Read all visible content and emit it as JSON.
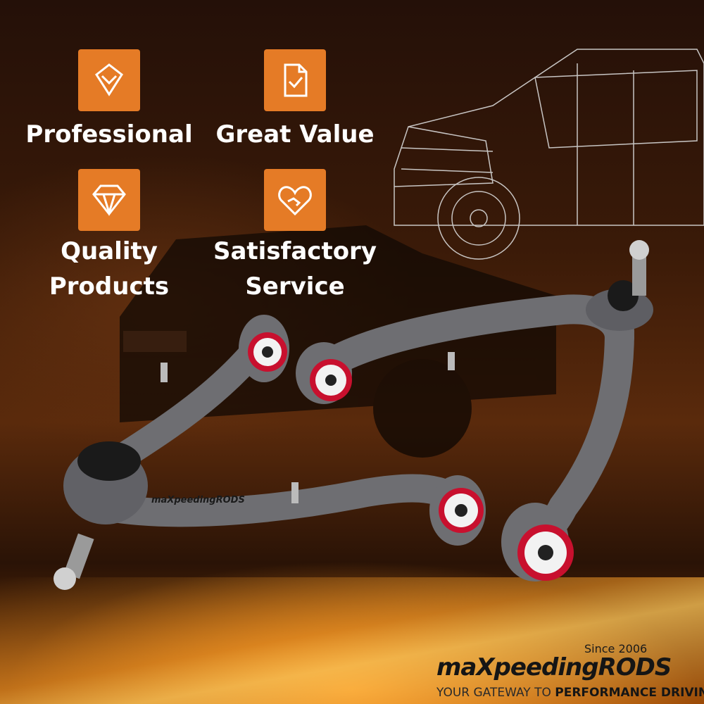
{
  "features": [
    {
      "label": "Professional",
      "icon": "diamond-heart-icon"
    },
    {
      "label": "Great Value",
      "icon": "document-check-icon"
    },
    {
      "label": "Quality",
      "label2": "Products",
      "icon": "gem-icon"
    },
    {
      "label": "Satisfactory",
      "label2": "Service",
      "icon": "heart-handshake-icon"
    }
  ],
  "logo": {
    "since": "Since 2006",
    "brand": "maXpeedingRODS",
    "tagline_prefix": "YOUR GATEWAY TO ",
    "tagline_bold": "PERFORMANCE DRIVING"
  },
  "part_engraving": "maXpeedingRODS",
  "colors": {
    "accent": "#e57b26",
    "part": "#6e6e72",
    "bushing": "#c8102e"
  }
}
